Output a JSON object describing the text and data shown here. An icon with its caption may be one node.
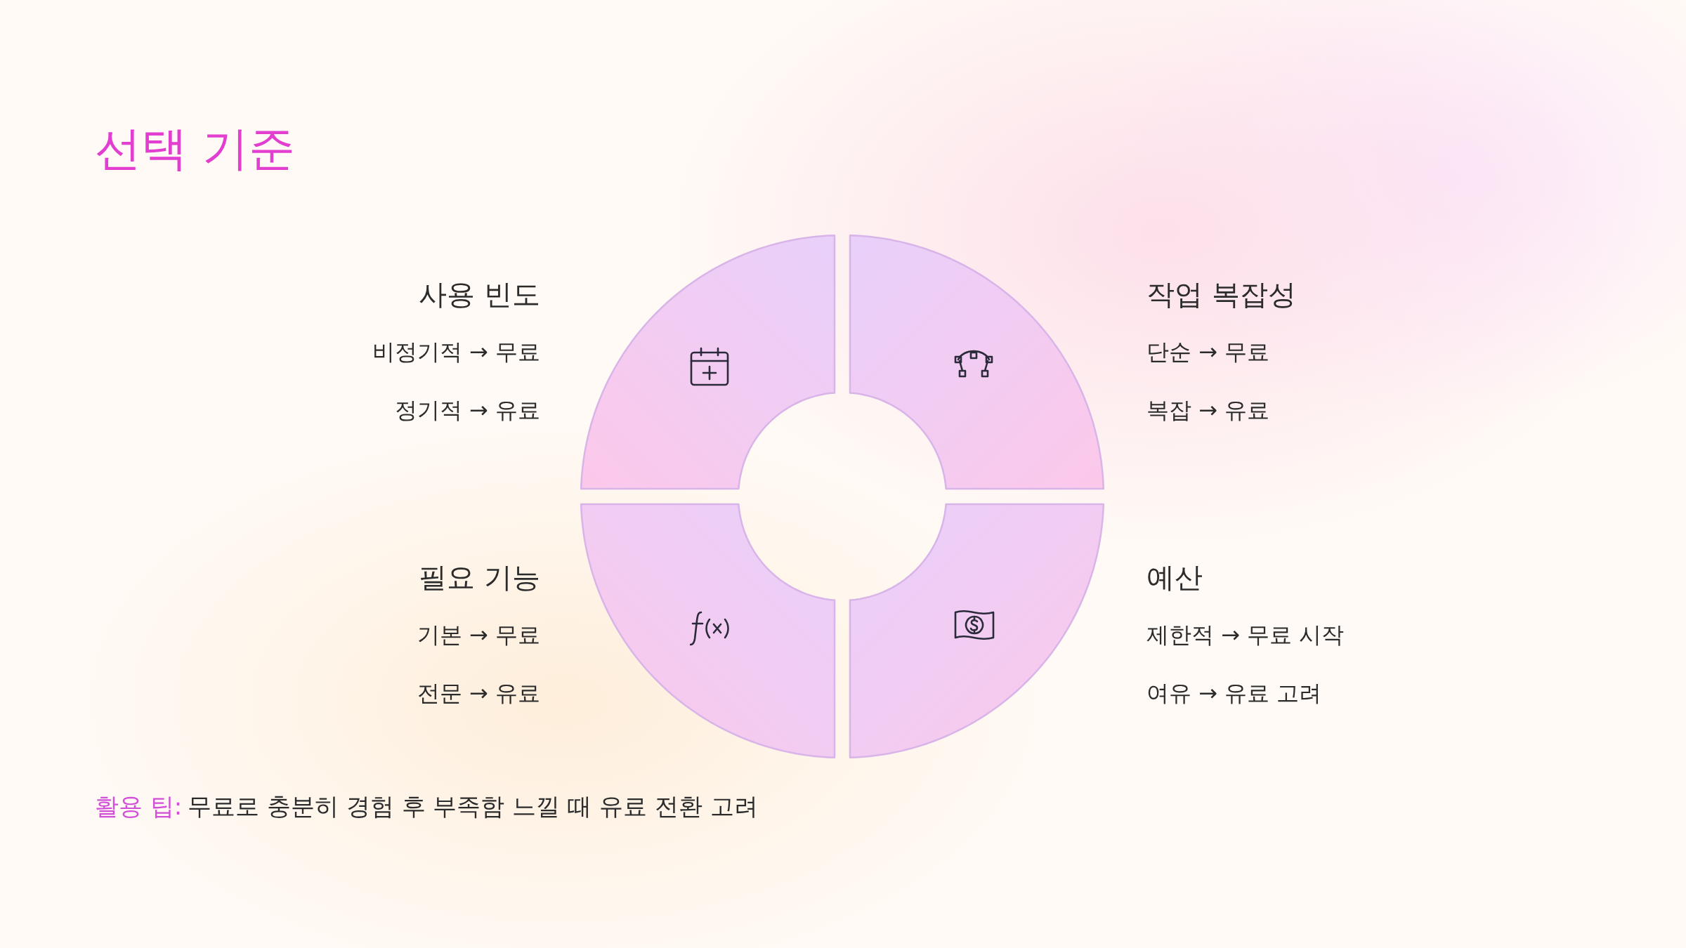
{
  "diagram": {
    "title": "선택 기준",
    "nodes": [
      {
        "text": [],
        "shape": "segment",
        "beside": [
          "사용 빈도",
          "비정기적 → 무료",
          "정기적 → 유료"
        ]
      },
      {
        "text": [],
        "shape": "segment",
        "beside": [
          "작업 복잡성",
          "단순 → 무료",
          "복잡 → 유료"
        ]
      },
      {
        "text": [],
        "shape": "segment",
        "beside": [
          "필요 기능",
          "기본 → 무료",
          "전문 → 유료"
        ]
      },
      {
        "text": [],
        "shape": "segment",
        "beside": [
          "예산",
          "제한적 → 무료 시작",
          "여유 → 유료 고려"
        ]
      }
    ],
    "labels": [
      "활용 팁:",
      "무료로 충분히 경험 후 부족함 느낄 때 유료 전환 고려"
    ]
  }
}
